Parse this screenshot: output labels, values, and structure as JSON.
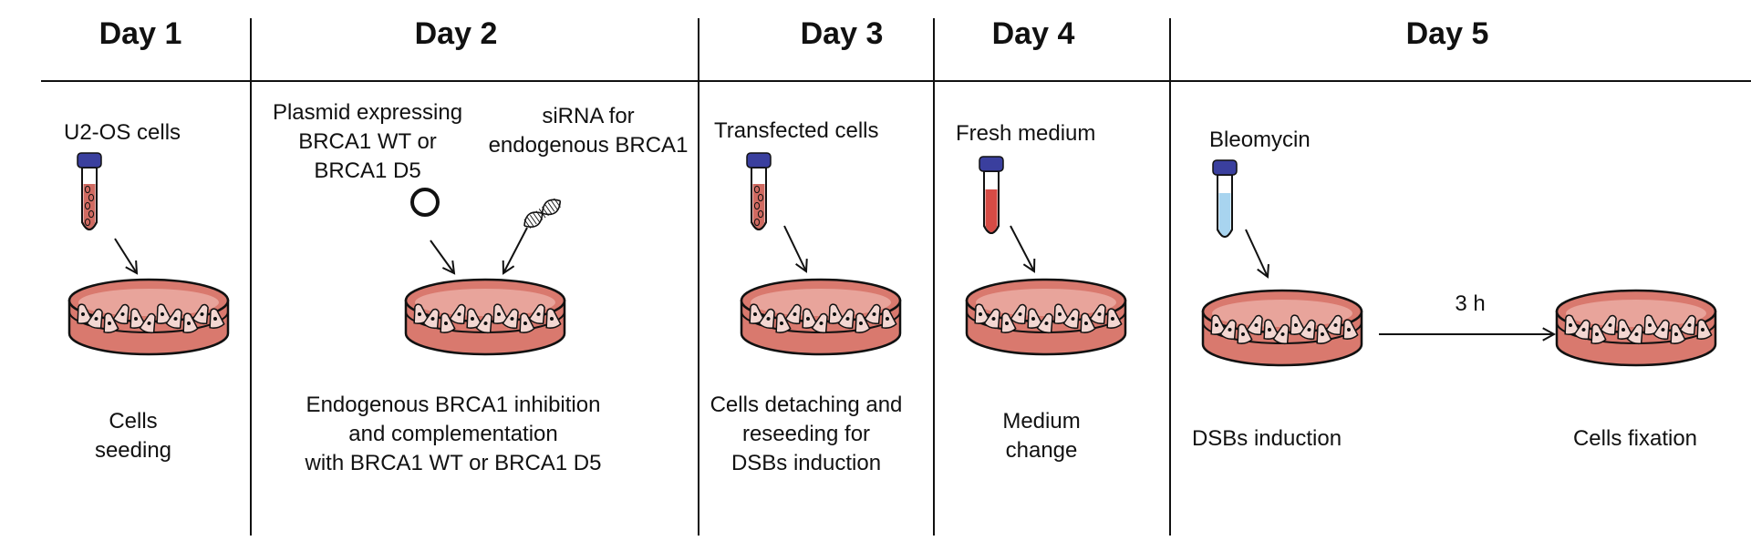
{
  "days": [
    {
      "label": "Day 1"
    },
    {
      "label": "Day 2"
    },
    {
      "label": "Day 3"
    },
    {
      "label": "Day 4"
    },
    {
      "label": "Day 5"
    }
  ],
  "labels": {
    "u2os": "U2-OS cells",
    "plasmid": [
      "Plasmid expressing",
      "BRCA1 WT or",
      "BRCA1 D5"
    ],
    "sirna": [
      "siRNA for",
      "endogenous BRCA1"
    ],
    "transfected": "Transfected cells",
    "fresh": "Fresh medium",
    "bleomycin": "Bleomycin",
    "time": "3 h"
  },
  "captions": {
    "day1": [
      "Cells",
      "seeding"
    ],
    "day2": [
      "Endogenous BRCA1 inhibition",
      "and complementation",
      "with BRCA1 WT or BRCA1 D5"
    ],
    "day3": [
      "Cells detaching and",
      "reseeding for",
      "DSBs induction"
    ],
    "day4": [
      "Medium",
      "change"
    ],
    "dsb": "DSBs induction",
    "fix": "Cells fixation"
  },
  "colors": {
    "line": "#111111",
    "dish_fill": "#d9796e",
    "dish_medium": "#e8a49b",
    "cap": "#3a3f9e",
    "tube_cells": "#d06a61",
    "tube_medium": "#d64b45",
    "tube_bleomycin": "#a8d4ef"
  }
}
